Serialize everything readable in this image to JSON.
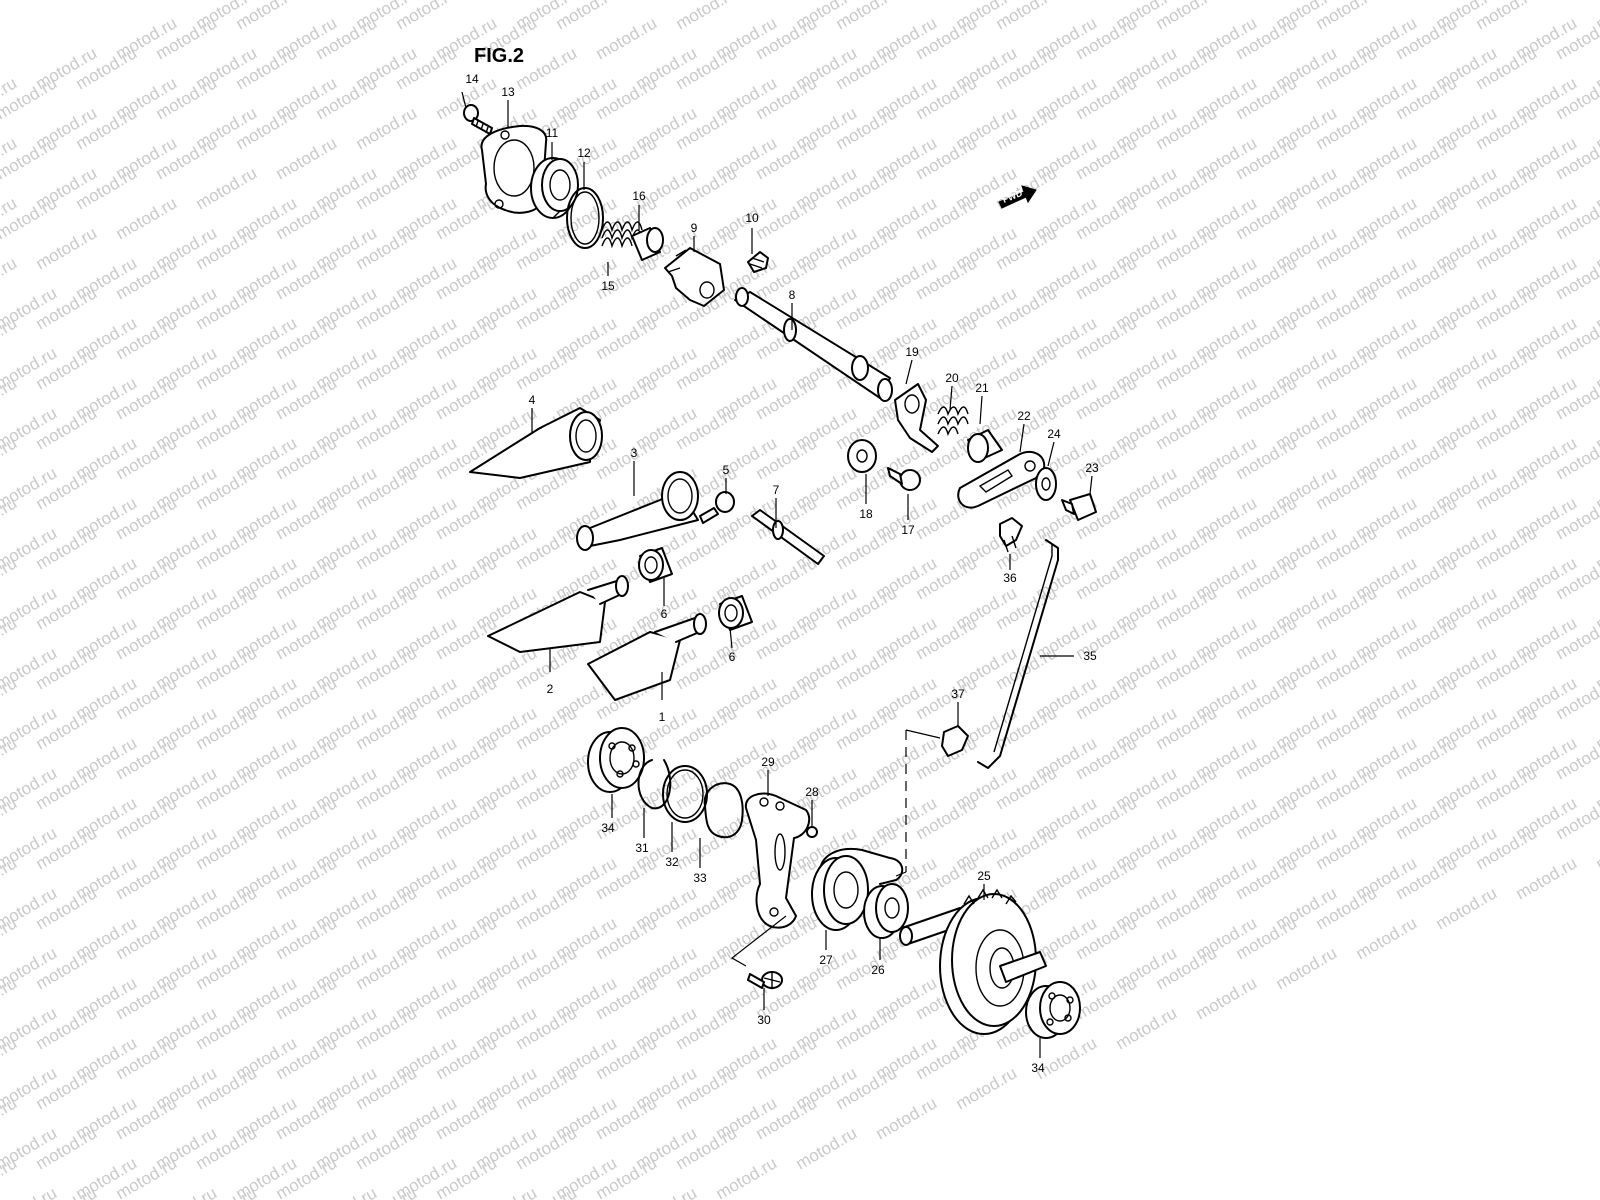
{
  "figure": {
    "label": "FIG.2",
    "direction_tag": "FWD",
    "watermark": "motod.ru"
  },
  "callouts": [
    "1",
    "2",
    "3",
    "4",
    "5",
    "6",
    "7",
    "8",
    "9",
    "10",
    "11",
    "12",
    "13",
    "14",
    "15",
    "16",
    "17",
    "18",
    "19",
    "20",
    "21",
    "22",
    "23",
    "24",
    "25",
    "26",
    "27",
    "28",
    "29",
    "30",
    "31",
    "32",
    "33",
    "34",
    "35",
    "36",
    "37"
  ],
  "colors": {
    "line": "#000000",
    "paper": "#ffffff",
    "watermark": "#c9c9c9"
  }
}
